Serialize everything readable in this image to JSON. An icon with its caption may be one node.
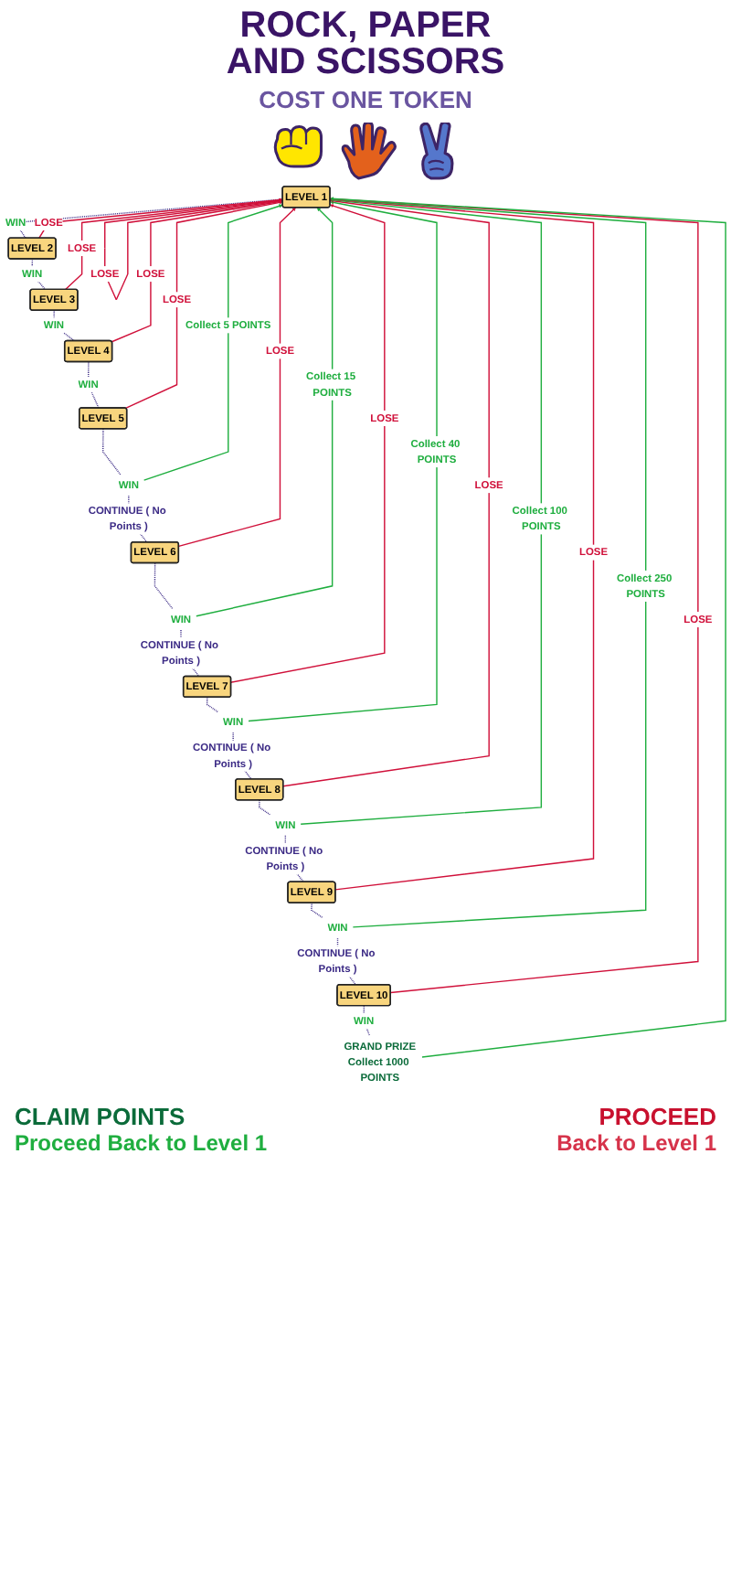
{
  "diagram": {
    "title": "ROCK, PAPER AND SCISSORS",
    "nodes": [
      {
        "text": [
          "LEVEL 1"
        ]
      },
      {
        "text": [
          "LEVEL 2"
        ]
      },
      {
        "text": [
          "LEVEL 3"
        ]
      },
      {
        "text": [
          "LEVEL 4"
        ]
      },
      {
        "text": [
          "LEVEL 5"
        ]
      },
      {
        "text": [
          "WIN"
        ]
      },
      {
        "text": [
          "LEVEL 6"
        ]
      },
      {
        "text": [
          "WIN"
        ]
      },
      {
        "text": [
          "LEVEL 7"
        ]
      },
      {
        "text": [
          "WIN"
        ]
      },
      {
        "text": [
          "LEVEL 8"
        ]
      },
      {
        "text": [
          "WIN"
        ]
      },
      {
        "text": [
          "LEVEL 9"
        ]
      },
      {
        "text": [
          "WIN"
        ]
      },
      {
        "text": [
          "LEVEL 10"
        ]
      },
      {
        "text": [
          "GRAND PRIZE",
          "Collect 1000 POINTS"
        ]
      }
    ],
    "edges": [
      {
        "from": 0,
        "to": 0,
        "arrow": "to",
        "label": "LOSE",
        "color": "#d0103a"
      },
      {
        "from": 0,
        "to": 1,
        "arrow": "none",
        "label": "WIN",
        "style": "dashed"
      },
      {
        "from": 1,
        "to": 0,
        "arrow": "to",
        "label": "LOSE",
        "color": "#d0103a"
      },
      {
        "from": 1,
        "to": 2,
        "arrow": "none",
        "label": "WIN",
        "style": "dashed"
      },
      {
        "from": 2,
        "to": 0,
        "arrow": "to",
        "label": "LOSE",
        "color": "#d0103a"
      },
      {
        "from": 2,
        "to": 3,
        "arrow": "none",
        "label": "WIN",
        "style": "dashed"
      },
      {
        "from": 3,
        "to": 0,
        "arrow": "to",
        "label": "LOSE",
        "color": "#d0103a"
      },
      {
        "from": 3,
        "to": 4,
        "arrow": "none",
        "label": "WIN",
        "style": "dashed"
      },
      {
        "from": 4,
        "to": 0,
        "arrow": "to",
        "label": "LOSE",
        "color": "#d0103a"
      },
      {
        "from": 4,
        "to": 5,
        "arrow": "none",
        "style": "dashed"
      },
      {
        "from": 5,
        "to": 0,
        "arrow": "to",
        "label": "Collect 5 POINTS",
        "color": "#1fae3f"
      },
      {
        "from": 5,
        "to": 6,
        "arrow": "none",
        "label": "CONTINUE ( No Points )",
        "style": "dashed"
      },
      {
        "from": 6,
        "to": 0,
        "arrow": "to",
        "label": "LOSE",
        "color": "#d0103a"
      },
      {
        "from": 6,
        "to": 7,
        "arrow": "none",
        "style": "dashed"
      },
      {
        "from": 7,
        "to": 0,
        "arrow": "to",
        "label": "Collect 15 POINTS",
        "color": "#1fae3f"
      },
      {
        "from": 7,
        "to": 8,
        "arrow": "none",
        "label": "CONTINUE ( No Points )",
        "style": "dashed"
      },
      {
        "from": 8,
        "to": 0,
        "arrow": "to",
        "label": "LOSE",
        "color": "#d0103a"
      },
      {
        "from": 8,
        "to": 9,
        "arrow": "none",
        "style": "dashed"
      },
      {
        "from": 9,
        "to": 0,
        "arrow": "to",
        "label": "Collect 40 POINTS",
        "color": "#1fae3f"
      },
      {
        "from": 9,
        "to": 10,
        "arrow": "none",
        "label": "CONTINUE ( No Points )",
        "style": "dashed"
      },
      {
        "from": 10,
        "to": 0,
        "arrow": "to",
        "label": "LOSE",
        "color": "#d0103a"
      },
      {
        "from": 10,
        "to": 11,
        "arrow": "none",
        "style": "dashed"
      },
      {
        "from": 11,
        "to": 0,
        "arrow": "to",
        "label": "Collect 100 POINTS",
        "color": "#1fae3f"
      },
      {
        "from": 11,
        "to": 12,
        "arrow": "none",
        "label": "CONTINUE ( No Points )",
        "style": "dashed"
      },
      {
        "from": 12,
        "to": 0,
        "arrow": "to",
        "label": "LOSE",
        "color": "#d0103a"
      },
      {
        "from": 12,
        "to": 13,
        "arrow": "none",
        "style": "dashed"
      },
      {
        "from": 13,
        "to": 0,
        "arrow": "to",
        "label": "Collect 250 POINTS",
        "color": "#1fae3f"
      },
      {
        "from": 13,
        "to": 14,
        "arrow": "none",
        "label": "CONTINUE ( No Points )",
        "style": "dashed"
      },
      {
        "from": 14,
        "to": 0,
        "arrow": "to",
        "label": "LOSE",
        "color": "#d0103a"
      },
      {
        "from": 14,
        "to": 15,
        "arrow": "none",
        "label": "WIN",
        "style": "dashed"
      },
      {
        "from": 15,
        "to": 0,
        "arrow": "to",
        "color": "#1fae3f"
      }
    ],
    "labels": [
      "COST ONE TOKEN",
      "CLAIM POINTS",
      "Proceed Back to Level 1",
      "PROCEED",
      "Back to Level 1"
    ]
  }
}
